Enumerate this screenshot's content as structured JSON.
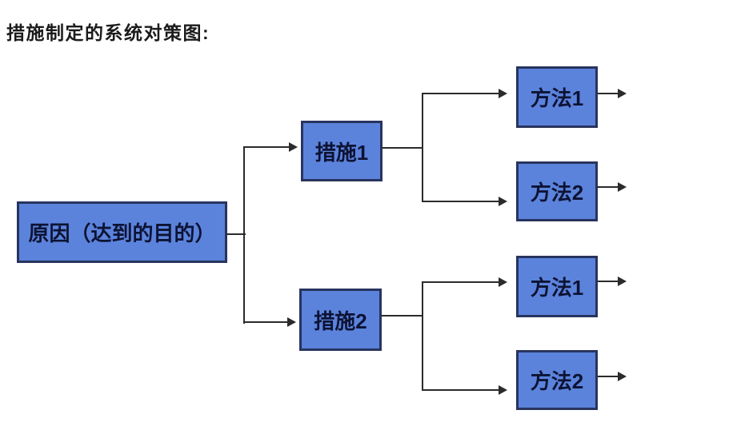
{
  "title": "措施制定的系统对策图:",
  "nodes": {
    "cause": {
      "label": "原因（达到的目的）"
    },
    "measure1": {
      "label": "措施1"
    },
    "measure2": {
      "label": "措施2"
    },
    "method1_top": {
      "label": "方法1"
    },
    "method2_top": {
      "label": "方法2"
    },
    "method1_bottom": {
      "label": "方法1"
    },
    "method2_bottom": {
      "label": "方法2"
    }
  },
  "colors": {
    "box_fill": "#5b83dc",
    "box_border": "#28345e",
    "box_text": "#0d1334",
    "line": "#2b2b2b",
    "title_text": "#1b1b1b",
    "background": "#ffffff"
  }
}
